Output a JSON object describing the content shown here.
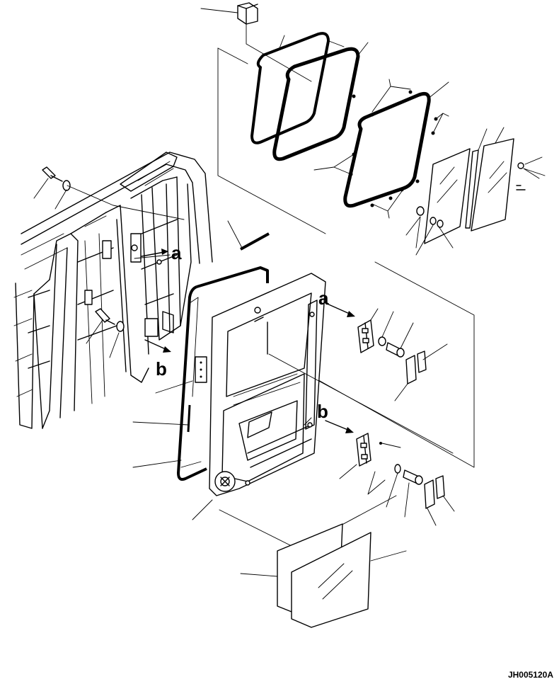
{
  "diagram": {
    "detail_labels": {
      "a_cab": "a",
      "b_cab": "b",
      "a_door": "a",
      "b_door": "b"
    },
    "drawing_code": "JH005120A"
  }
}
